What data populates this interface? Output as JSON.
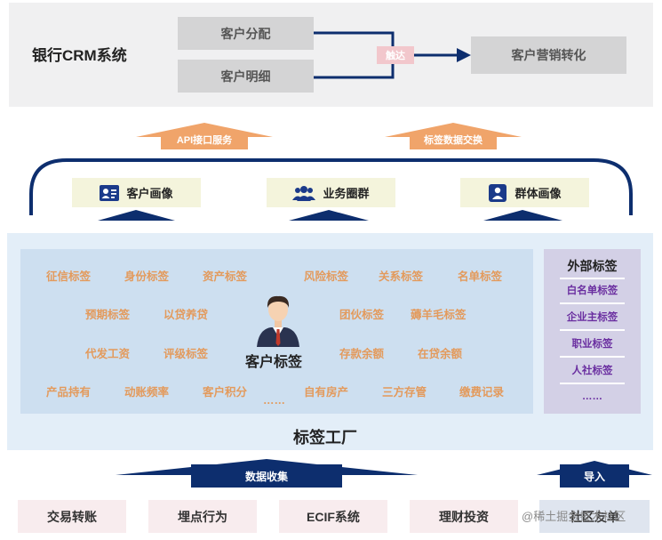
{
  "crm": {
    "title": "银行CRM系统",
    "box_allocate": "客户分配",
    "box_detail": "客户明细",
    "touch": "触达",
    "box_marketing": "客户营销转化"
  },
  "arrows": {
    "api": "API接口服务",
    "exchange": "标签数据交换",
    "collect": "数据收集",
    "import": "导入"
  },
  "portraits": {
    "customer": "客户画像",
    "business": "业务圈群",
    "group": "群体画像"
  },
  "tags": {
    "row1": [
      "征信标签",
      "身份标签",
      "资产标签",
      "风险标签",
      "关系标签",
      "名单标签"
    ],
    "row2": [
      "预期标签",
      "以贷养贷",
      "团伙标签",
      "薅羊毛标签"
    ],
    "row3": [
      "代发工资",
      "评级标签",
      "存款余额",
      "在贷余额"
    ],
    "row4": [
      "产品持有",
      "动账频率",
      "客户积分",
      "自有房产",
      "三方存管",
      "缴费记录"
    ],
    "more": "……",
    "center": "客户标签"
  },
  "factory_title": "标签工厂",
  "external": {
    "title": "外部标签",
    "items": [
      "白名单标签",
      "企业主标签",
      "职业标签",
      "人社标签"
    ],
    "more": "……"
  },
  "sources": [
    "交易转账",
    "埋点行为",
    "ECIF系统",
    "理财投资",
    "社区友单"
  ],
  "watermark": "@稀土掘金技术社区",
  "colors": {
    "navy": "#0d2e6e",
    "orange_arrow": "#f0a46a",
    "tag_orange": "#e39a5c",
    "external_purple": "#6a2ea0"
  }
}
